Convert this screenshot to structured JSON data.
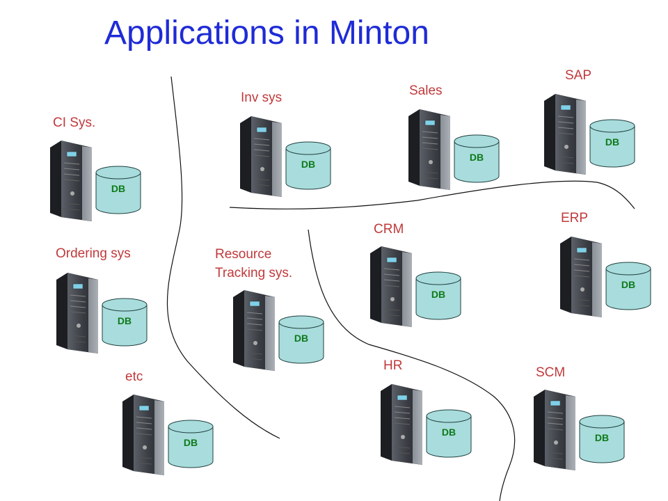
{
  "title": "Applications in Minton",
  "db_label": "DB",
  "colors": {
    "title": "#1f2bd6",
    "label": "#c0393b",
    "db_fill": "#a9dcdc",
    "db_text": "#0d7a1a",
    "server_dark": "#2a2d31",
    "divider": "#111111"
  },
  "systems": [
    {
      "id": "ci-sys",
      "label": "CI Sys."
    },
    {
      "id": "inv-sys",
      "label": "Inv sys"
    },
    {
      "id": "sales",
      "label": "Sales"
    },
    {
      "id": "sap",
      "label": "SAP"
    },
    {
      "id": "ordering-sys",
      "label": "Ordering sys"
    },
    {
      "id": "resource-tracking-sys",
      "label": "Resource\nTracking sys."
    },
    {
      "id": "crm",
      "label": "CRM"
    },
    {
      "id": "erp",
      "label": "ERP"
    },
    {
      "id": "etc",
      "label": "etc"
    },
    {
      "id": "hr",
      "label": "HR"
    },
    {
      "id": "scm",
      "label": "SCM"
    }
  ]
}
